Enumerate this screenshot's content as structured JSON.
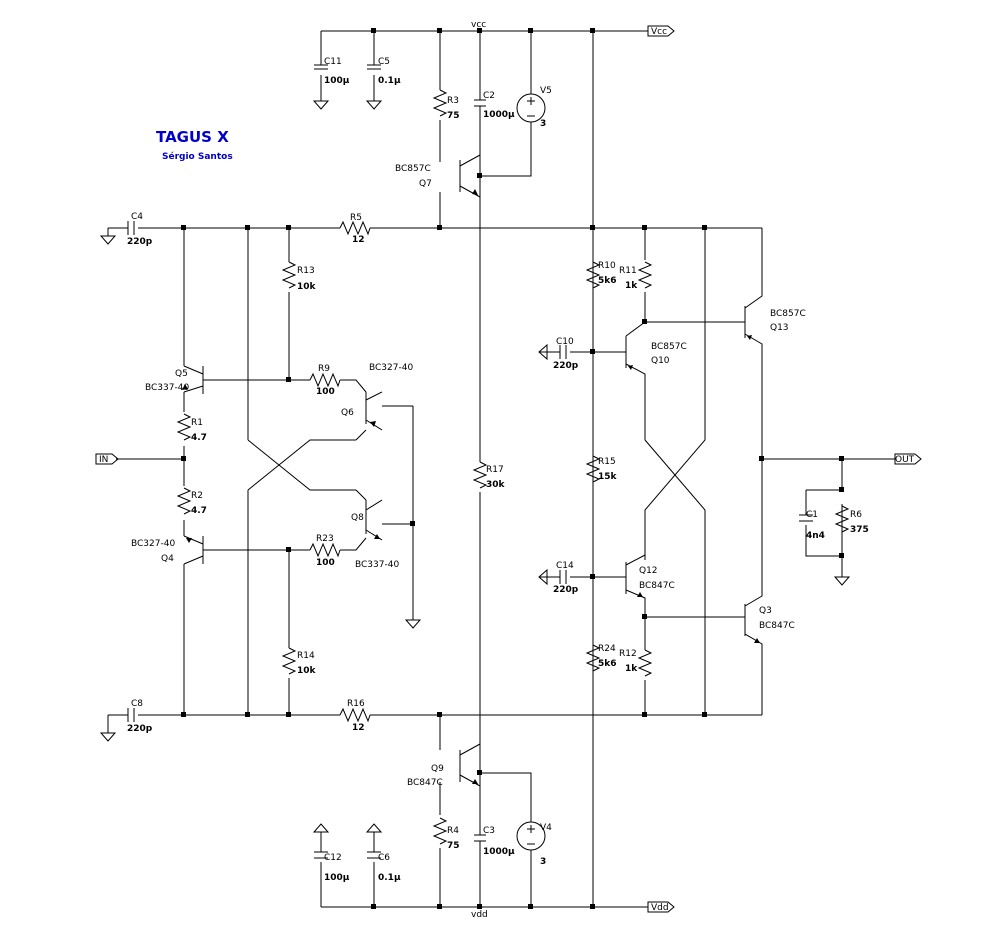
{
  "title": "TAGUS X",
  "author": "Sérgio Santos",
  "nets": {
    "vcc_top": "vcc",
    "vdd_bottom": "vdd"
  },
  "ports": [
    {
      "id": "Vcc",
      "label": "Vcc"
    },
    {
      "id": "Vdd",
      "label": "Vdd"
    },
    {
      "id": "IN",
      "label": "IN"
    },
    {
      "id": "OUT",
      "label": "OUT"
    }
  ],
  "components": {
    "C11": {
      "ref": "C11",
      "value": "100µ"
    },
    "C5": {
      "ref": "C5",
      "value": "0.1µ"
    },
    "C2": {
      "ref": "C2",
      "value": "1000µ"
    },
    "R3": {
      "ref": "R3",
      "value": "75"
    },
    "V5": {
      "ref": "V5",
      "value": "3"
    },
    "Q7": {
      "ref": "Q7",
      "value": "BC857C"
    },
    "C4": {
      "ref": "C4",
      "value": "220p"
    },
    "R5": {
      "ref": "R5",
      "value": "12"
    },
    "R13": {
      "ref": "R13",
      "value": "10k"
    },
    "R10": {
      "ref": "R10",
      "value": "5k6"
    },
    "R11": {
      "ref": "R11",
      "value": "1k"
    },
    "Q13": {
      "ref": "Q13",
      "value": "BC857C"
    },
    "C10": {
      "ref": "C10",
      "value": "220p"
    },
    "Q10": {
      "ref": "Q10",
      "value": "BC857C"
    },
    "Q5": {
      "ref": "Q5",
      "value": "BC337-40"
    },
    "R9": {
      "ref": "R9",
      "value": "100"
    },
    "Q6": {
      "ref": "Q6",
      "value": "BC327-40"
    },
    "R1": {
      "ref": "R1",
      "value": "4.7"
    },
    "R17": {
      "ref": "R17",
      "value": "30k"
    },
    "R15": {
      "ref": "R15",
      "value": "15k"
    },
    "R2": {
      "ref": "R2",
      "value": "4.7"
    },
    "Q8": {
      "ref": "Q8",
      "value": "BC337-40"
    },
    "C1": {
      "ref": "C1",
      "value": "4n4"
    },
    "R6": {
      "ref": "R6",
      "value": "375"
    },
    "Q4": {
      "ref": "Q4",
      "value": "BC327-40"
    },
    "R23": {
      "ref": "R23",
      "value": "100"
    },
    "C14": {
      "ref": "C14",
      "value": "220p"
    },
    "Q12": {
      "ref": "Q12",
      "value": "BC847C"
    },
    "Q3": {
      "ref": "Q3",
      "value": "BC847C"
    },
    "R14": {
      "ref": "R14",
      "value": "10k"
    },
    "R24": {
      "ref": "R24",
      "value": "5k6"
    },
    "R12": {
      "ref": "R12",
      "value": "1k"
    },
    "C8": {
      "ref": "C8",
      "value": "220p"
    },
    "R16": {
      "ref": "R16",
      "value": "12"
    },
    "Q9": {
      "ref": "Q9",
      "value": "BC847C"
    },
    "C12": {
      "ref": "C12",
      "value": "100µ"
    },
    "C6": {
      "ref": "C6",
      "value": "0.1µ"
    },
    "R4": {
      "ref": "R4",
      "value": "75"
    },
    "C3": {
      "ref": "C3",
      "value": "1000µ"
    },
    "V4": {
      "ref": "V4",
      "value": "3"
    }
  }
}
